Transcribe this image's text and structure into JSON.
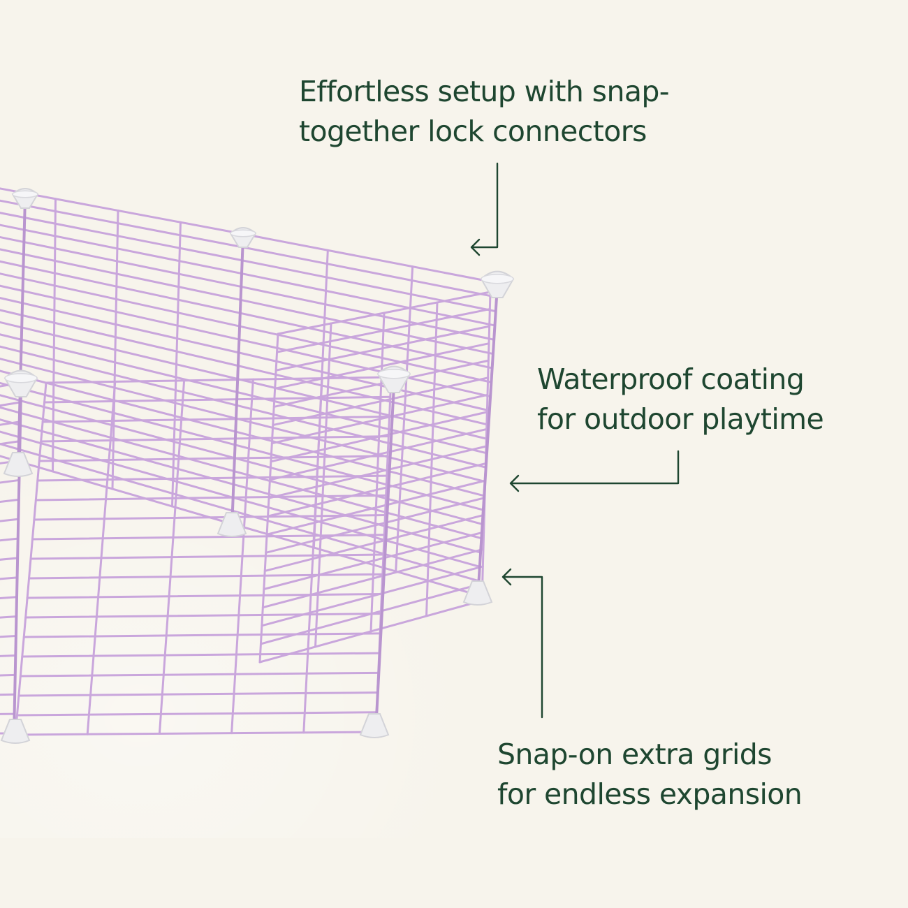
{
  "background_color": "#f7f4ec",
  "text_color": "#1e4630",
  "wire_color": "#c9a6dc",
  "connector_color": "#eeeef0",
  "image": {
    "subject": "purple-wire-pet-playpen-with-white-connectors"
  },
  "callouts": {
    "setup": {
      "lines": [
        "Effortless setup with snap-",
        "together lock connectors"
      ],
      "arrow_icon": "arrow-left-icon"
    },
    "waterproof": {
      "lines": [
        "Waterproof coating",
        "for outdoor playtime"
      ],
      "arrow_icon": "arrow-left-icon"
    },
    "expansion": {
      "lines": [
        "Snap-on extra grids",
        "for endless expansion"
      ],
      "arrow_icon": "arrow-left-icon"
    }
  }
}
